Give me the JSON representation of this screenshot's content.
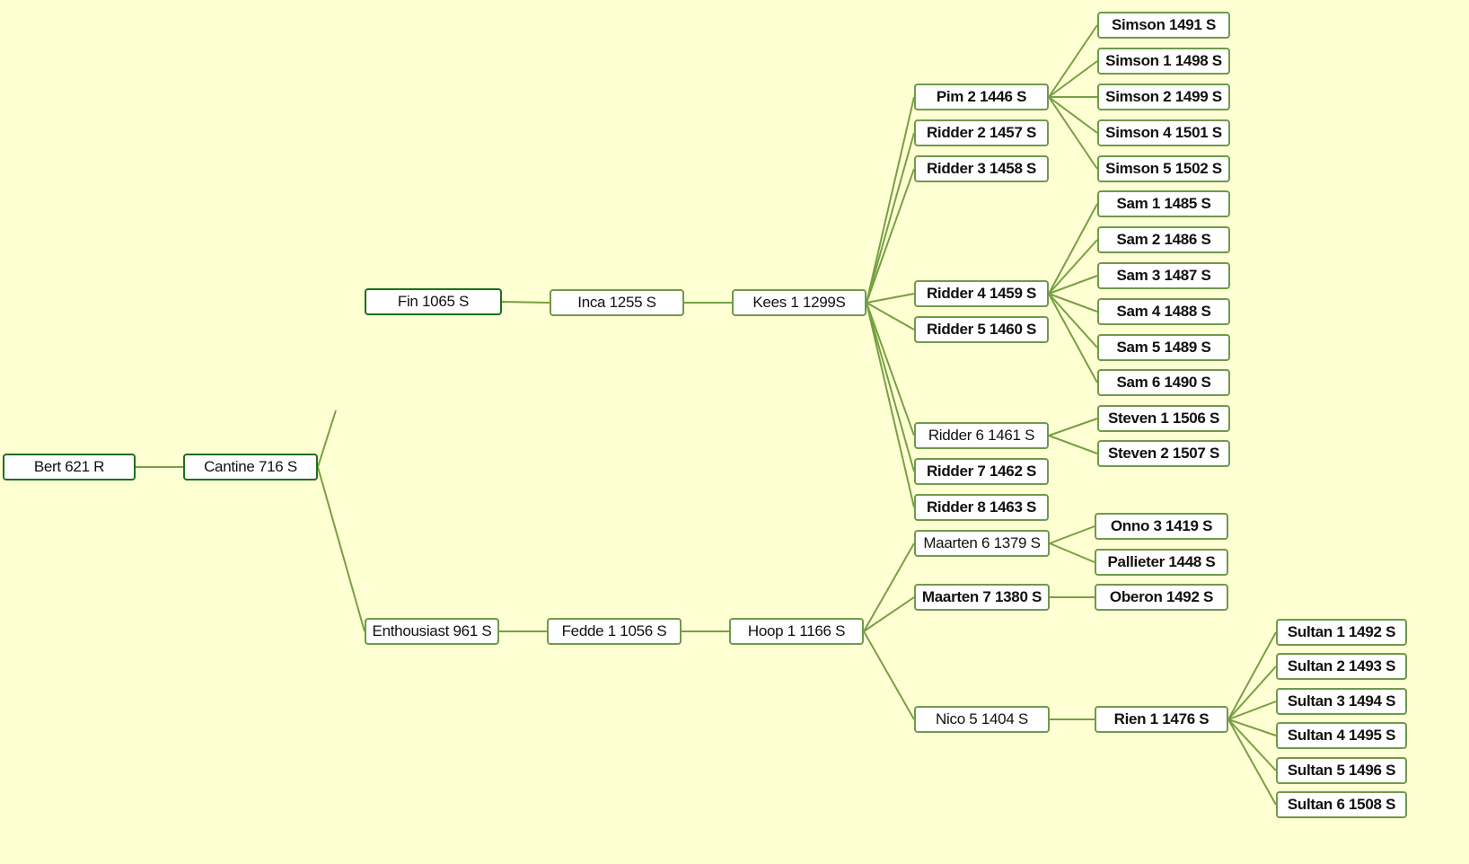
{
  "colors": {
    "background": "#ffffd4",
    "link": "#77a044",
    "node_border": "#6f9a4a",
    "root_border": "#1e6e1e"
  },
  "nodes": [
    {
      "id": "bert",
      "label": "Bert 621 R",
      "bold": false,
      "parent": null
    },
    {
      "id": "cantine",
      "label": "Cantine 716 S",
      "bold": false,
      "parent": "bert"
    },
    {
      "id": "fin",
      "label": "Fin 1065 S",
      "bold": false,
      "parent": null
    },
    {
      "id": "inca",
      "label": "Inca 1255 S",
      "bold": false,
      "parent": "fin"
    },
    {
      "id": "kees",
      "label": "Kees 1 1299S",
      "bold": false,
      "parent": "inca"
    },
    {
      "id": "enthousiast",
      "label": "Enthousiast 961 S",
      "bold": false,
      "parent": "cantine"
    },
    {
      "id": "fedde",
      "label": "Fedde 1 1056 S",
      "bold": false,
      "parent": "enthousiast"
    },
    {
      "id": "hoop",
      "label": "Hoop 1 1166 S",
      "bold": false,
      "parent": "fedde"
    },
    {
      "id": "pim2",
      "label": "Pim 2 1446 S",
      "bold": true,
      "parent": "kees"
    },
    {
      "id": "ridder2",
      "label": "Ridder 2 1457 S",
      "bold": true,
      "parent": "kees"
    },
    {
      "id": "ridder3",
      "label": "Ridder 3 1458 S",
      "bold": true,
      "parent": "kees"
    },
    {
      "id": "ridder4",
      "label": "Ridder 4 1459 S",
      "bold": true,
      "parent": "kees"
    },
    {
      "id": "ridder5",
      "label": "Ridder 5 1460 S",
      "bold": true,
      "parent": "kees"
    },
    {
      "id": "ridder6",
      "label": "Ridder 6 1461 S",
      "bold": false,
      "parent": "kees"
    },
    {
      "id": "ridder7",
      "label": "Ridder 7 1462 S",
      "bold": true,
      "parent": "kees"
    },
    {
      "id": "ridder8",
      "label": "Ridder 8 1463 S",
      "bold": true,
      "parent": "kees"
    },
    {
      "id": "maarten6",
      "label": "Maarten 6 1379 S",
      "bold": false,
      "parent": "hoop"
    },
    {
      "id": "maarten7",
      "label": "Maarten 7 1380 S",
      "bold": true,
      "parent": "hoop"
    },
    {
      "id": "nico5",
      "label": "Nico 5 1404 S",
      "bold": false,
      "parent": "hoop"
    },
    {
      "id": "simson",
      "label": "Simson 1491 S",
      "bold": true,
      "parent": "pim2"
    },
    {
      "id": "simson1",
      "label": "Simson 1 1498 S",
      "bold": true,
      "parent": "pim2"
    },
    {
      "id": "simson2",
      "label": "Simson 2 1499 S",
      "bold": true,
      "parent": "pim2"
    },
    {
      "id": "simson4",
      "label": "Simson 4 1501 S",
      "bold": true,
      "parent": "pim2"
    },
    {
      "id": "simson5",
      "label": "Simson 5 1502 S",
      "bold": true,
      "parent": "pim2"
    },
    {
      "id": "sam1",
      "label": "Sam 1 1485 S",
      "bold": true,
      "parent": "ridder4"
    },
    {
      "id": "sam2",
      "label": "Sam 2 1486 S",
      "bold": true,
      "parent": "ridder4"
    },
    {
      "id": "sam3",
      "label": "Sam 3 1487 S",
      "bold": true,
      "parent": "ridder4"
    },
    {
      "id": "sam4",
      "label": "Sam 4 1488 S",
      "bold": true,
      "parent": "ridder4"
    },
    {
      "id": "sam5",
      "label": "Sam 5 1489 S",
      "bold": true,
      "parent": "ridder4"
    },
    {
      "id": "sam6",
      "label": "Sam 6 1490 S",
      "bold": true,
      "parent": "ridder4"
    },
    {
      "id": "steven1",
      "label": "Steven 1 1506 S",
      "bold": true,
      "parent": "ridder6"
    },
    {
      "id": "steven2",
      "label": "Steven 2 1507 S",
      "bold": true,
      "parent": "ridder6"
    },
    {
      "id": "onno3",
      "label": "Onno 3 1419 S",
      "bold": true,
      "parent": "maarten6"
    },
    {
      "id": "pallieter",
      "label": "Pallieter 1448 S",
      "bold": true,
      "parent": "maarten6"
    },
    {
      "id": "oberon",
      "label": "Oberon 1492 S",
      "bold": true,
      "parent": "maarten7"
    },
    {
      "id": "rien1",
      "label": "Rien 1 1476 S",
      "bold": true,
      "parent": "nico5"
    },
    {
      "id": "sultan1",
      "label": "Sultan 1 1492 S",
      "bold": true,
      "parent": "rien1"
    },
    {
      "id": "sultan2",
      "label": "Sultan 2 1493 S",
      "bold": true,
      "parent": "rien1"
    },
    {
      "id": "sultan3",
      "label": "Sultan 3 1494 S",
      "bold": true,
      "parent": "rien1"
    },
    {
      "id": "sultan4",
      "label": "Sultan 4 1495 S",
      "bold": true,
      "parent": "rien1"
    },
    {
      "id": "sultan5",
      "label": "Sultan 5 1496 S",
      "bold": true,
      "parent": "rien1"
    },
    {
      "id": "sultan6",
      "label": "Sultan 6 1508 S",
      "bold": true,
      "parent": "rien1"
    }
  ]
}
